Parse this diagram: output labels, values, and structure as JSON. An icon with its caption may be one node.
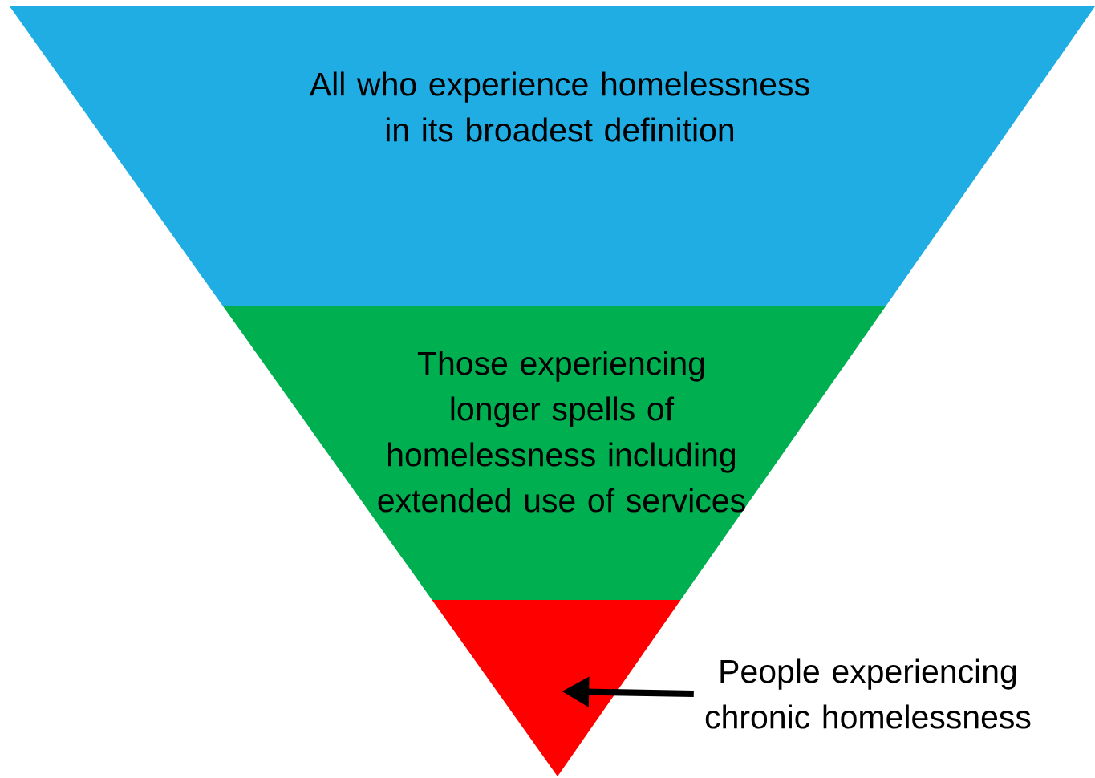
{
  "diagram": {
    "nodes": [
      {
        "text": [
          "All who experience homelessness in its broadest definition"
        ]
      },
      {
        "text": [
          "Those experiencing longer spells of homelessness including extended use of services"
        ]
      },
      {
        "text": [],
        "shape": "triangle"
      },
      {
        "text": [
          "People experiencing chronic homelessness"
        ]
      }
    ],
    "edges": [
      {
        "from": 3,
        "to": 2,
        "arrow": "to"
      }
    ]
  }
}
